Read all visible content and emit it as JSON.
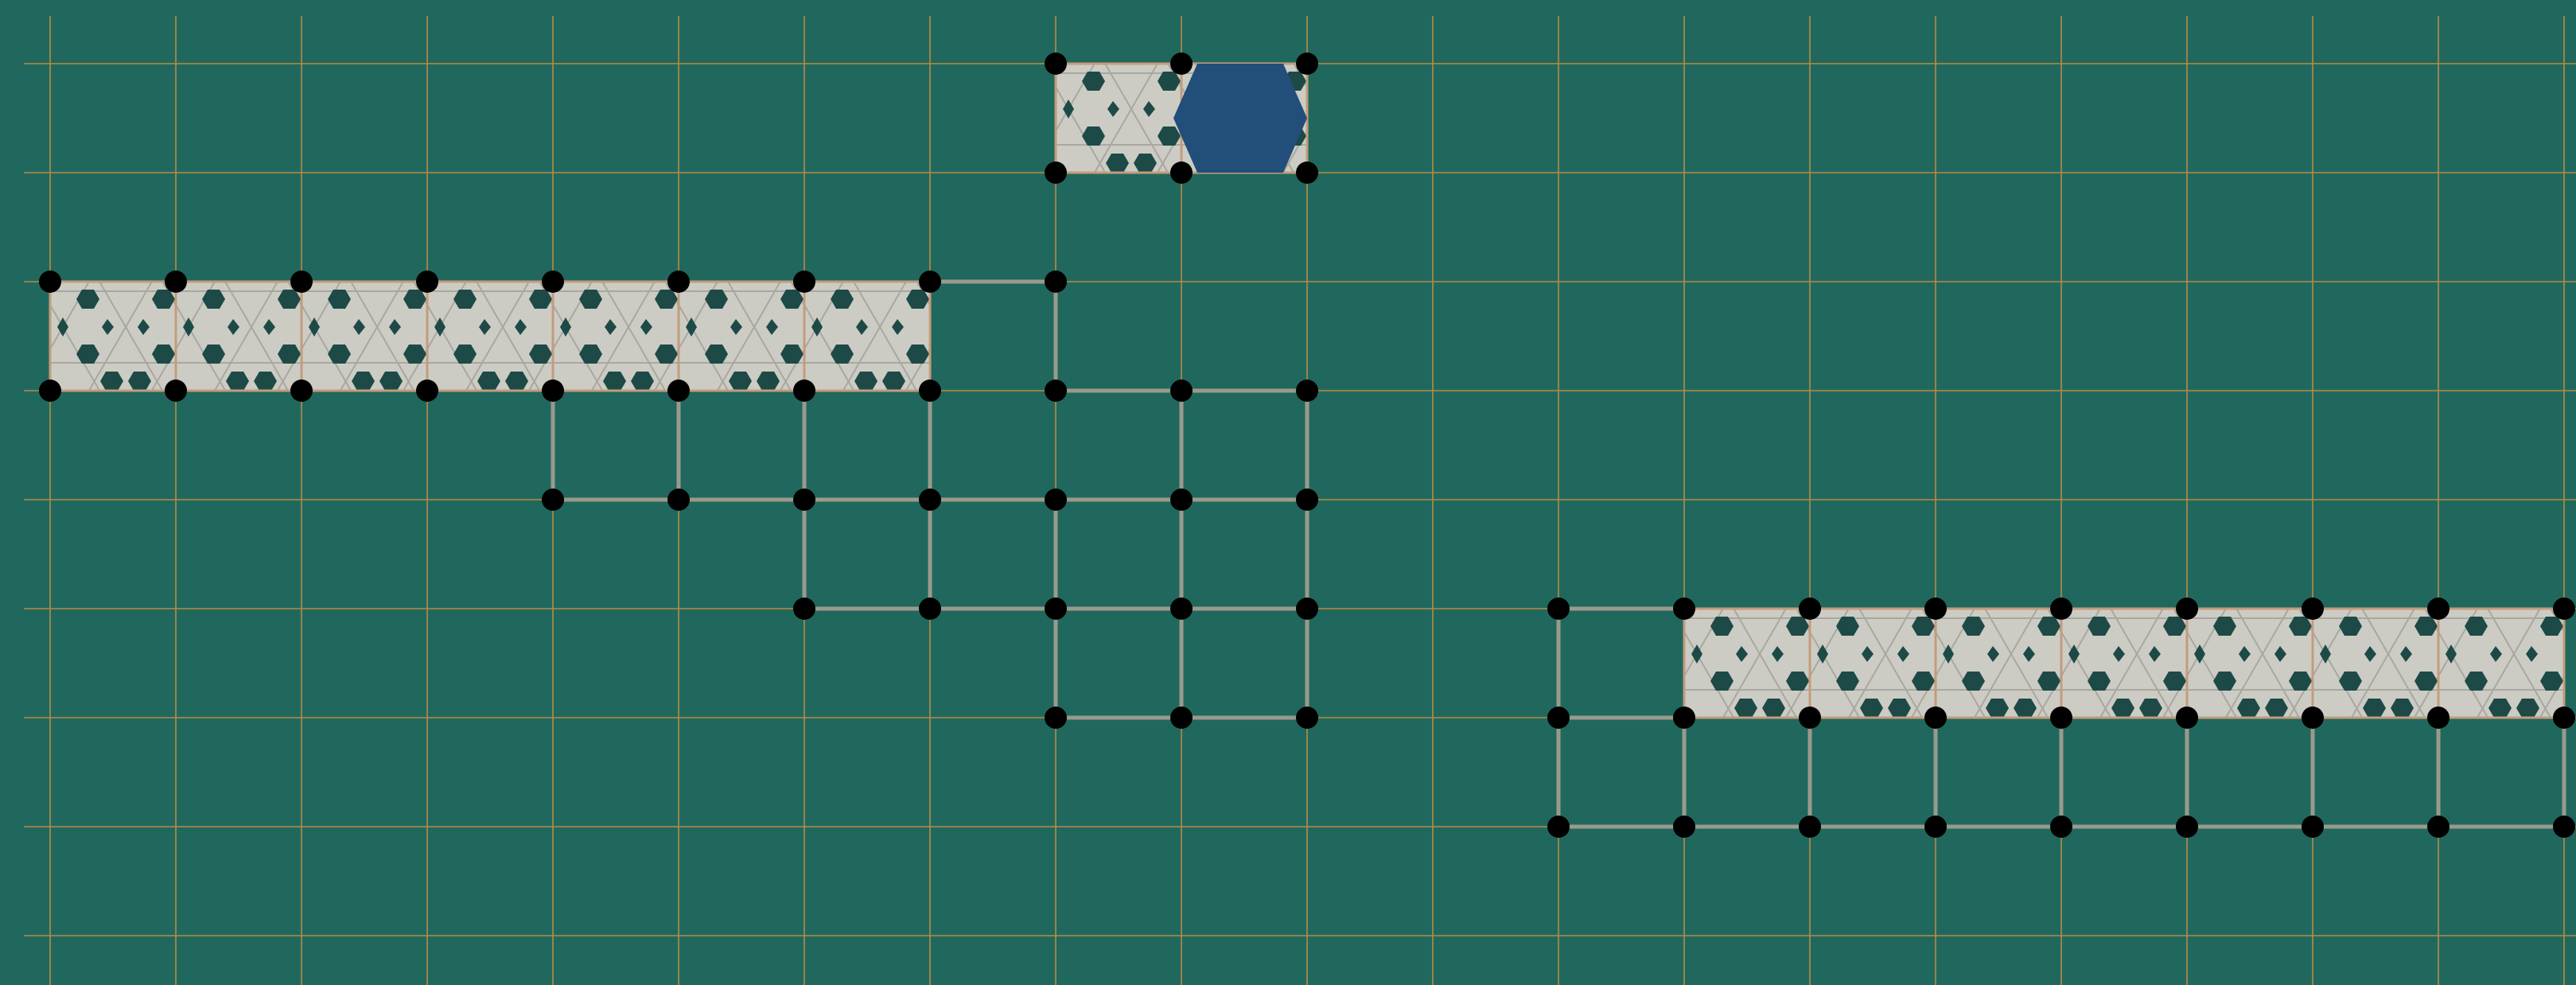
{
  "colors": {
    "background": "#20685d",
    "grid_line": "#b98a45",
    "tile_fill": "#ccccc4",
    "tile_motif": "#1d4a47",
    "tile_border": "#c49b7c",
    "path_edge": "#9a9a8c",
    "vertex": "#000000",
    "hexagon": "#224e7a"
  },
  "icons": {
    "vertex": "vertex-dot-icon",
    "hexagon": "blue-hexagon-icon",
    "tile": "star-hexagon-pattern-icon"
  },
  "grid": {
    "columns": 21,
    "rows": 9
  },
  "tile_runs": [
    {
      "row": 0,
      "col_start": 8,
      "col_end": 10
    },
    {
      "row": 2,
      "col_start": 0,
      "col_end": 7
    },
    {
      "row": 5,
      "col_start": 13,
      "col_end": 20
    }
  ],
  "hexagon_cell": {
    "row": 0,
    "col": 9
  },
  "path_edges": [
    [
      [
        2,
        7
      ],
      [
        2,
        8
      ]
    ],
    [
      [
        2,
        8
      ],
      [
        3,
        8
      ]
    ],
    [
      [
        3,
        4
      ],
      [
        4,
        4
      ]
    ],
    [
      [
        3,
        5
      ],
      [
        4,
        5
      ]
    ],
    [
      [
        3,
        6
      ],
      [
        4,
        6
      ]
    ],
    [
      [
        3,
        7
      ],
      [
        4,
        7
      ]
    ],
    [
      [
        3,
        9
      ],
      [
        4,
        9
      ]
    ],
    [
      [
        3,
        10
      ],
      [
        4,
        10
      ]
    ],
    [
      [
        3,
        8
      ],
      [
        3,
        9
      ]
    ],
    [
      [
        3,
        9
      ],
      [
        3,
        10
      ]
    ],
    [
      [
        4,
        4
      ],
      [
        4,
        5
      ]
    ],
    [
      [
        4,
        5
      ],
      [
        4,
        6
      ]
    ],
    [
      [
        4,
        6
      ],
      [
        4,
        7
      ]
    ],
    [
      [
        4,
        7
      ],
      [
        4,
        8
      ]
    ],
    [
      [
        4,
        8
      ],
      [
        4,
        9
      ]
    ],
    [
      [
        4,
        9
      ],
      [
        4,
        10
      ]
    ],
    [
      [
        4,
        6
      ],
      [
        5,
        6
      ]
    ],
    [
      [
        4,
        7
      ],
      [
        5,
        7
      ]
    ],
    [
      [
        4,
        8
      ],
      [
        5,
        8
      ]
    ],
    [
      [
        4,
        9
      ],
      [
        5,
        9
      ]
    ],
    [
      [
        4,
        10
      ],
      [
        5,
        10
      ]
    ],
    [
      [
        5,
        6
      ],
      [
        5,
        7
      ]
    ],
    [
      [
        5,
        7
      ],
      [
        5,
        8
      ]
    ],
    [
      [
        5,
        8
      ],
      [
        5,
        9
      ]
    ],
    [
      [
        5,
        9
      ],
      [
        5,
        10
      ]
    ],
    [
      [
        5,
        8
      ],
      [
        6,
        8
      ]
    ],
    [
      [
        5,
        9
      ],
      [
        6,
        9
      ]
    ],
    [
      [
        5,
        10
      ],
      [
        6,
        10
      ]
    ],
    [
      [
        6,
        8
      ],
      [
        6,
        9
      ]
    ],
    [
      [
        6,
        9
      ],
      [
        6,
        10
      ]
    ],
    [
      [
        5,
        12
      ],
      [
        5,
        13
      ]
    ],
    [
      [
        5,
        12
      ],
      [
        6,
        12
      ]
    ],
    [
      [
        6,
        12
      ],
      [
        6,
        13
      ]
    ],
    [
      [
        6,
        12
      ],
      [
        7,
        12
      ]
    ],
    [
      [
        6,
        13
      ],
      [
        7,
        13
      ]
    ],
    [
      [
        6,
        14
      ],
      [
        7,
        14
      ]
    ],
    [
      [
        6,
        15
      ],
      [
        7,
        15
      ]
    ],
    [
      [
        6,
        16
      ],
      [
        7,
        16
      ]
    ],
    [
      [
        6,
        17
      ],
      [
        7,
        17
      ]
    ],
    [
      [
        6,
        18
      ],
      [
        7,
        18
      ]
    ],
    [
      [
        6,
        19
      ],
      [
        7,
        19
      ]
    ],
    [
      [
        6,
        20
      ],
      [
        7,
        20
      ]
    ],
    [
      [
        7,
        12
      ],
      [
        7,
        13
      ]
    ],
    [
      [
        7,
        13
      ],
      [
        7,
        14
      ]
    ],
    [
      [
        7,
        14
      ],
      [
        7,
        15
      ]
    ],
    [
      [
        7,
        15
      ],
      [
        7,
        16
      ]
    ],
    [
      [
        7,
        16
      ],
      [
        7,
        17
      ]
    ],
    [
      [
        7,
        17
      ],
      [
        7,
        18
      ]
    ],
    [
      [
        7,
        18
      ],
      [
        7,
        19
      ]
    ],
    [
      [
        7,
        19
      ],
      [
        7,
        20
      ]
    ]
  ],
  "vertices": [
    [
      0,
      8
    ],
    [
      0,
      9
    ],
    [
      0,
      10
    ],
    [
      1,
      8
    ],
    [
      1,
      9
    ],
    [
      1,
      10
    ],
    [
      2,
      0
    ],
    [
      2,
      1
    ],
    [
      2,
      2
    ],
    [
      2,
      3
    ],
    [
      2,
      4
    ],
    [
      2,
      5
    ],
    [
      2,
      6
    ],
    [
      2,
      7
    ],
    [
      2,
      8
    ],
    [
      3,
      0
    ],
    [
      3,
      1
    ],
    [
      3,
      2
    ],
    [
      3,
      3
    ],
    [
      3,
      4
    ],
    [
      3,
      5
    ],
    [
      3,
      6
    ],
    [
      3,
      7
    ],
    [
      3,
      8
    ],
    [
      3,
      9
    ],
    [
      3,
      10
    ],
    [
      4,
      4
    ],
    [
      4,
      5
    ],
    [
      4,
      6
    ],
    [
      4,
      7
    ],
    [
      4,
      8
    ],
    [
      4,
      9
    ],
    [
      4,
      10
    ],
    [
      5,
      6
    ],
    [
      5,
      7
    ],
    [
      5,
      8
    ],
    [
      5,
      9
    ],
    [
      5,
      10
    ],
    [
      5,
      12
    ],
    [
      5,
      13
    ],
    [
      5,
      14
    ],
    [
      5,
      15
    ],
    [
      5,
      16
    ],
    [
      5,
      17
    ],
    [
      5,
      18
    ],
    [
      5,
      19
    ],
    [
      5,
      20
    ],
    [
      6,
      8
    ],
    [
      6,
      9
    ],
    [
      6,
      10
    ],
    [
      6,
      12
    ],
    [
      6,
      13
    ],
    [
      6,
      14
    ],
    [
      6,
      15
    ],
    [
      6,
      16
    ],
    [
      6,
      17
    ],
    [
      6,
      18
    ],
    [
      6,
      19
    ],
    [
      6,
      20
    ],
    [
      7,
      12
    ],
    [
      7,
      13
    ],
    [
      7,
      14
    ],
    [
      7,
      15
    ],
    [
      7,
      16
    ],
    [
      7,
      17
    ],
    [
      7,
      18
    ],
    [
      7,
      19
    ],
    [
      7,
      20
    ]
  ]
}
